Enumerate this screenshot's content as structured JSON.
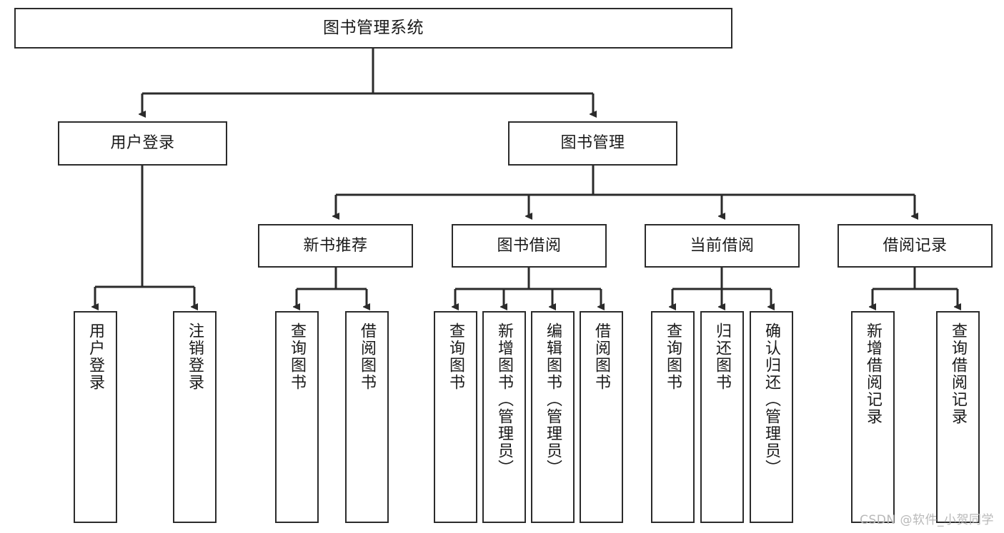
{
  "diagram": {
    "type": "tree",
    "title": "图书管理系统",
    "watermark": "CSDN @软件_小贺同学",
    "nodes": {
      "root": {
        "label": "图书管理系统"
      },
      "l2": [
        {
          "id": "user-login",
          "label": "用户登录"
        },
        {
          "id": "book-manage",
          "label": "图书管理"
        }
      ],
      "l3": [
        {
          "id": "new-book-rec",
          "label": "新书推荐"
        },
        {
          "id": "book-borrow",
          "label": "图书借阅"
        },
        {
          "id": "current-borrow",
          "label": "当前借阅"
        },
        {
          "id": "borrow-record",
          "label": "借阅记录"
        }
      ],
      "leaves": [
        {
          "id": "leaf-user-login",
          "label": "用户登录",
          "parent": "user-login"
        },
        {
          "id": "leaf-logout",
          "label": "注销登录",
          "parent": "user-login"
        },
        {
          "id": "leaf-query-book-1",
          "label": "查询图书",
          "parent": "new-book-rec"
        },
        {
          "id": "leaf-borrow-book-1",
          "label": "借阅图书",
          "parent": "new-book-rec"
        },
        {
          "id": "leaf-query-book-2",
          "label": "查询图书",
          "parent": "book-borrow"
        },
        {
          "id": "leaf-add-book",
          "label": "新增图书（管理员）",
          "parent": "book-borrow"
        },
        {
          "id": "leaf-edit-book",
          "label": "编辑图书（管理员）",
          "parent": "book-borrow"
        },
        {
          "id": "leaf-borrow-book-2",
          "label": "借阅图书",
          "parent": "book-borrow"
        },
        {
          "id": "leaf-query-book-3",
          "label": "查询图书",
          "parent": "current-borrow"
        },
        {
          "id": "leaf-return-book",
          "label": "归还图书",
          "parent": "current-borrow"
        },
        {
          "id": "leaf-confirm-return",
          "label": "确认归还（管理员）",
          "parent": "current-borrow"
        },
        {
          "id": "leaf-add-record",
          "label": "新增借阅记录",
          "parent": "borrow-record"
        },
        {
          "id": "leaf-query-record",
          "label": "查询借阅记录",
          "parent": "borrow-record"
        }
      ]
    },
    "colors": {
      "stroke": "#2b2b2b",
      "fill": "#ffffff",
      "text": "#1a1a1a",
      "watermark": "#b9b9b9"
    }
  }
}
